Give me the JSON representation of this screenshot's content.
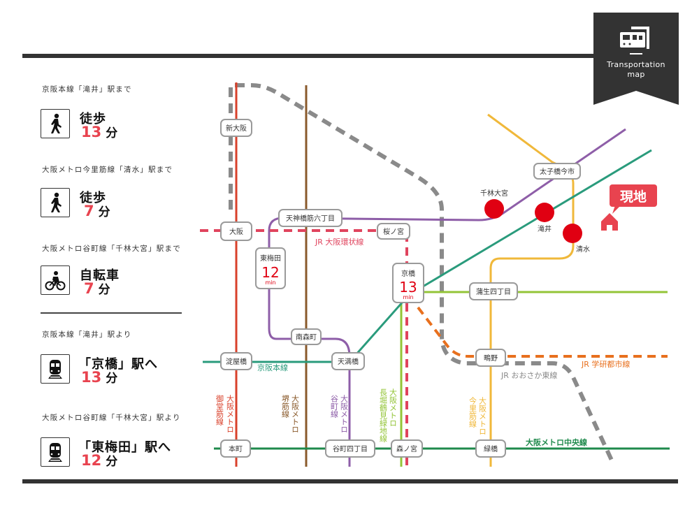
{
  "badge": {
    "icon": "train-station-icon",
    "line1": "Transportation",
    "line2": "map"
  },
  "routes": [
    {
      "caption": "京阪本線「滝井」駅まで",
      "icon": "pedestrian-icon",
      "mode": "徒歩",
      "minutes": "13",
      "unit": "分"
    },
    {
      "caption": "大阪メトロ今里筋線「清水」駅まで",
      "icon": "pedestrian-icon",
      "mode": "徒歩",
      "minutes": "7",
      "unit": "分"
    },
    {
      "caption": "大阪メトロ谷町線「千林大宮」駅まで",
      "icon": "bicycle-icon",
      "mode": "自転車",
      "minutes": "7",
      "unit": "分"
    },
    {
      "caption": "京阪本線「滝井」駅より",
      "icon": "train-icon",
      "mode": "「京橋」駅へ",
      "minutes": "13",
      "unit": "分"
    },
    {
      "caption": "大阪メトロ谷町線「千林大宮」駅より",
      "icon": "train-icon",
      "mode": "「東梅田」駅へ",
      "minutes": "12",
      "unit": "分"
    }
  ],
  "map": {
    "current_location": "現地",
    "colors": {
      "midosuji": "#d9412b",
      "sakaisuji": "#8a5a2b",
      "tanimachi": "#8e5ea8",
      "nagahori": "#93c437",
      "imazatosuji": "#f0b83a",
      "chuo": "#1f8a4c",
      "keihan": "#2a9b7c",
      "loop": "#e0445e",
      "gakkentoshi": "#e8701e",
      "osakahigashi": "#8a8a8a",
      "station_dot": "#e00012",
      "highlight": "#e8434f"
    },
    "line_labels": {
      "loop": "JR 大阪環状線",
      "keihan": "京阪本線",
      "gakkentoshi": "JR 学研都市線",
      "osakahigashi": "JR おおさか東線",
      "chuo": "大阪メトロ中央線",
      "midosuji_a": "大阪メトロ",
      "midosuji_b": "御堂筋線",
      "sakaisuji_a": "大阪メトロ",
      "sakaisuji_b": "堺筋線",
      "tanimachi_a": "大阪メトロ",
      "tanimachi_b": "谷町線",
      "nagahori_a": "大阪メトロ",
      "nagahori_b": "長堀鶴見緑地線",
      "imazatosuji_a": "大阪メトロ",
      "imazatosuji_b": "今里筋線"
    },
    "stations": {
      "shin_osaka": "新大阪",
      "osaka": "大阪",
      "tenjinbashi": "天神橋筋六丁目",
      "sakuranomiya": "桜ノ宮",
      "higashi_umeda": "東梅田",
      "kyobashi": "京橋",
      "minami_morimachi": "南森町",
      "yodoyabashi": "淀屋橋",
      "temmabashi": "天満橋",
      "gamo": "蒲生四丁目",
      "shigino": "鴫野",
      "hommachi": "本町",
      "tanimachi4": "谷町四丁目",
      "morinomiya": "森ノ宮",
      "midoribashi": "緑橋",
      "taishibashi": "太子橋今市",
      "senbayashi": "千林大宮",
      "takii": "滝井",
      "shimizu": "清水"
    },
    "times": {
      "higashi_umeda": {
        "value": "12",
        "unit": "min"
      },
      "kyobashi": {
        "value": "13",
        "unit": "min"
      }
    }
  }
}
